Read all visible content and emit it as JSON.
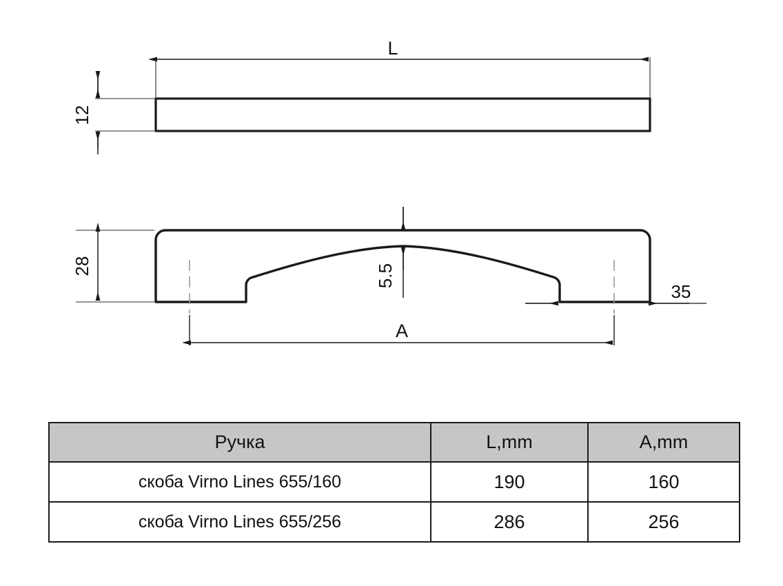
{
  "drawing": {
    "top_view": {
      "label_length": "L",
      "label_thickness": "12"
    },
    "front_view": {
      "label_height": "28",
      "label_arch_clearance": "5.5",
      "label_center_distance": "A",
      "label_end_offset": "35"
    }
  },
  "table": {
    "headers": {
      "name": "Ручка",
      "length": "L,mm",
      "center": "A,mm"
    },
    "rows": [
      {
        "name": "скоба Virno Lines 655/160",
        "length": "190",
        "center": "160"
      },
      {
        "name": "скоба Virno Lines 655/256",
        "length": "286",
        "center": "256"
      }
    ]
  },
  "colors": {
    "line": "#1a1a1a",
    "header_fill": "#c6c6c6",
    "background": "#ffffff"
  }
}
